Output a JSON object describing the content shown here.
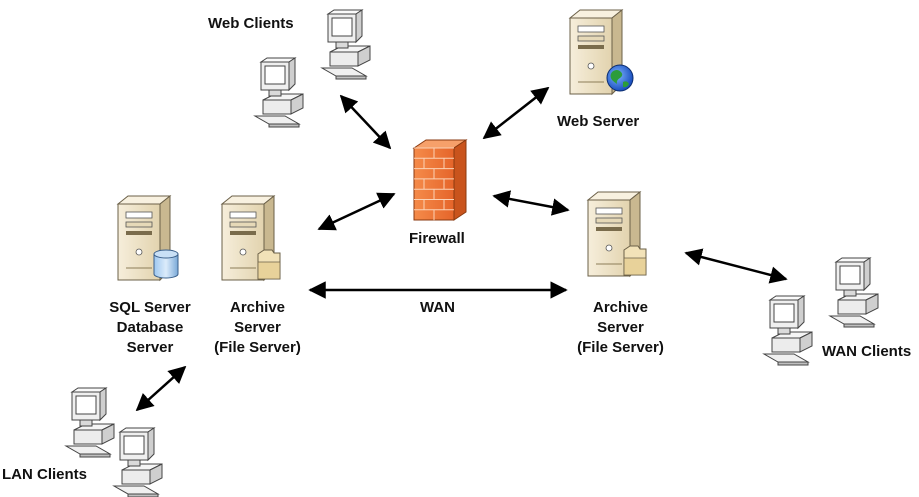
{
  "diagram": {
    "nodes": {
      "web_clients": {
        "label": "Web Clients",
        "icon": "client-pc-icon"
      },
      "web_server": {
        "label": "Web Server",
        "icon": "web-server-icon"
      },
      "firewall": {
        "label": "Firewall",
        "icon": "firewall-icon"
      },
      "sql_server": {
        "label": "SQL Server\nDatabase\nServer",
        "icon": "database-server-icon"
      },
      "archive_left": {
        "label": "Archive\nServer\n(File Server)",
        "icon": "file-server-icon"
      },
      "archive_right": {
        "label": "Archive\nServer\n(File Server)",
        "icon": "file-server-icon"
      },
      "wan_clients": {
        "label": "WAN Clients",
        "icon": "client-pc-icon"
      },
      "lan_clients": {
        "label": "LAN Clients",
        "icon": "client-pc-icon"
      }
    },
    "links": [
      {
        "from": "web_clients",
        "to": "firewall",
        "label": ""
      },
      {
        "from": "web_server",
        "to": "firewall",
        "label": ""
      },
      {
        "from": "archive_left",
        "to": "firewall",
        "label": ""
      },
      {
        "from": "firewall",
        "to": "archive_right",
        "label": ""
      },
      {
        "from": "archive_left",
        "to": "archive_right",
        "label": "WAN"
      },
      {
        "from": "archive_right",
        "to": "wan_clients",
        "label": ""
      },
      {
        "from": "lan_clients",
        "to": "archive_left",
        "label": ""
      }
    ],
    "colors": {
      "server_body": "#ece0c4",
      "server_side": "#c9b890",
      "firewall": "#f07d3c",
      "monitor_screen": "#ffffff",
      "arrow": "#000000"
    }
  }
}
